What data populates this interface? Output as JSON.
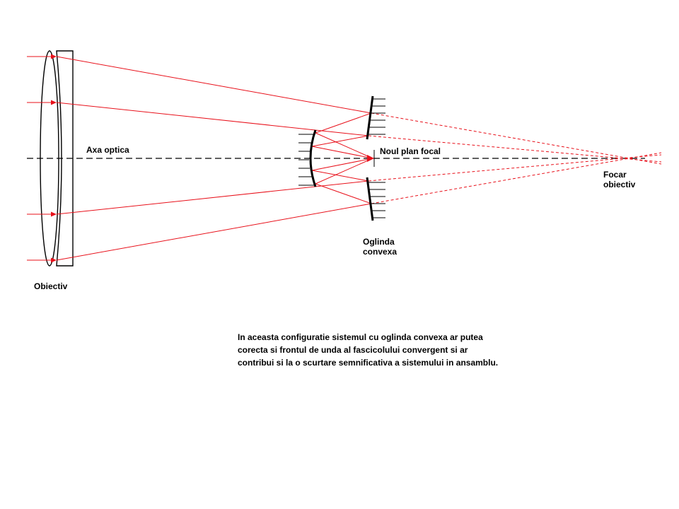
{
  "colors": {
    "ray": "#e8101a",
    "axis": "#000000",
    "ink": "#000000",
    "background": "#ffffff"
  },
  "labels": {
    "axis": "Axa optica",
    "new_focal_plane": "Noul plan focal",
    "objective_focus": [
      "Focar",
      "obiectiv"
    ],
    "convex_mirror": [
      "Oglinda",
      "convexa"
    ],
    "objective": "Obiectiv"
  },
  "note_lines": [
    "In aceasta configuratie sistemul cu oglinda convexa ar putea",
    "corecta si frontul de unda al fascicolului convergent si ar",
    "contribui si la o scurtare semnificativa a sistemului in ansamblu."
  ]
}
